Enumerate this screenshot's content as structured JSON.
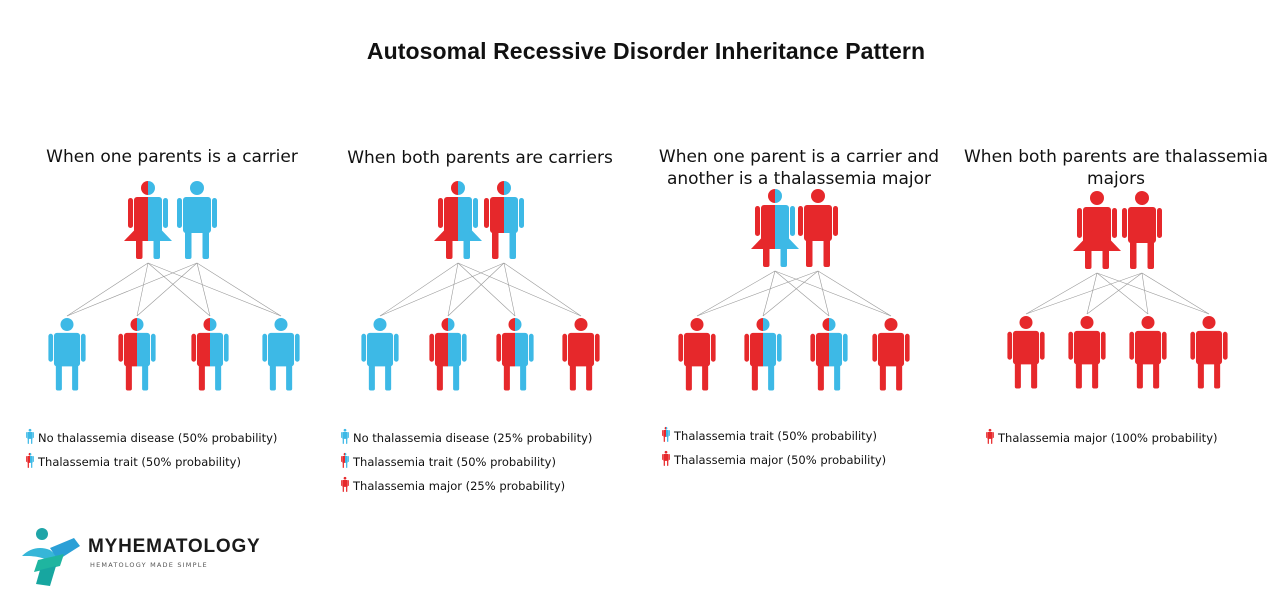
{
  "title": "Autosomal Recessive Disorder Inheritance Pattern",
  "colors": {
    "unaffected": "#3db9e6",
    "affected": "#e6282b",
    "link": "#9a9a9a"
  },
  "icons": {
    "male": "male-figure-icon",
    "female": "female-figure-icon",
    "legend": "person-icon"
  },
  "panels": [
    {
      "title_lines": [
        "When one parents is a carrier"
      ],
      "parents": [
        {
          "type": "female",
          "status": "carrier"
        },
        {
          "type": "male",
          "status": "normal"
        }
      ],
      "children": [
        "normal",
        "carrier",
        "carrier",
        "normal"
      ],
      "legend": [
        {
          "status": "normal",
          "label": "No thalassemia disease (50% probability)"
        },
        {
          "status": "carrier",
          "label": "Thalassemia trait (50% probability)"
        }
      ]
    },
    {
      "title_lines": [
        "When both parents are carriers"
      ],
      "parents": [
        {
          "type": "female",
          "status": "carrier"
        },
        {
          "type": "male",
          "status": "carrier"
        }
      ],
      "children": [
        "normal",
        "carrier",
        "carrier",
        "affected"
      ],
      "legend": [
        {
          "status": "normal",
          "label": "No thalassemia disease (25% probability)"
        },
        {
          "status": "carrier",
          "label": "Thalassemia trait (50% probability)"
        },
        {
          "status": "affected",
          "label": "Thalassemia major (25% probability)"
        }
      ]
    },
    {
      "title_lines": [
        "When one parent is a carrier and",
        "another is a thalassemia major"
      ],
      "parents": [
        {
          "type": "female",
          "status": "carrier"
        },
        {
          "type": "male",
          "status": "affected"
        }
      ],
      "children": [
        "affected",
        "carrier",
        "carrier",
        "affected"
      ],
      "legend": [
        {
          "status": "carrier",
          "label": "Thalassemia trait (50% probability)"
        },
        {
          "status": "affected",
          "label": "Thalassemia major (50% probability)"
        }
      ]
    },
    {
      "title_lines": [
        "When both parents are thalassemia",
        "majors"
      ],
      "parents": [
        {
          "type": "female",
          "status": "affected"
        },
        {
          "type": "male",
          "status": "affected"
        }
      ],
      "children": [
        "affected",
        "affected",
        "affected",
        "affected"
      ],
      "legend": [
        {
          "status": "affected",
          "label": "Thalassemia major (100% probability)"
        }
      ]
    }
  ],
  "logo": {
    "name": "MYHEMATOLOGY",
    "tagline": "HEMATOLOGY MADE SIMPLE"
  }
}
